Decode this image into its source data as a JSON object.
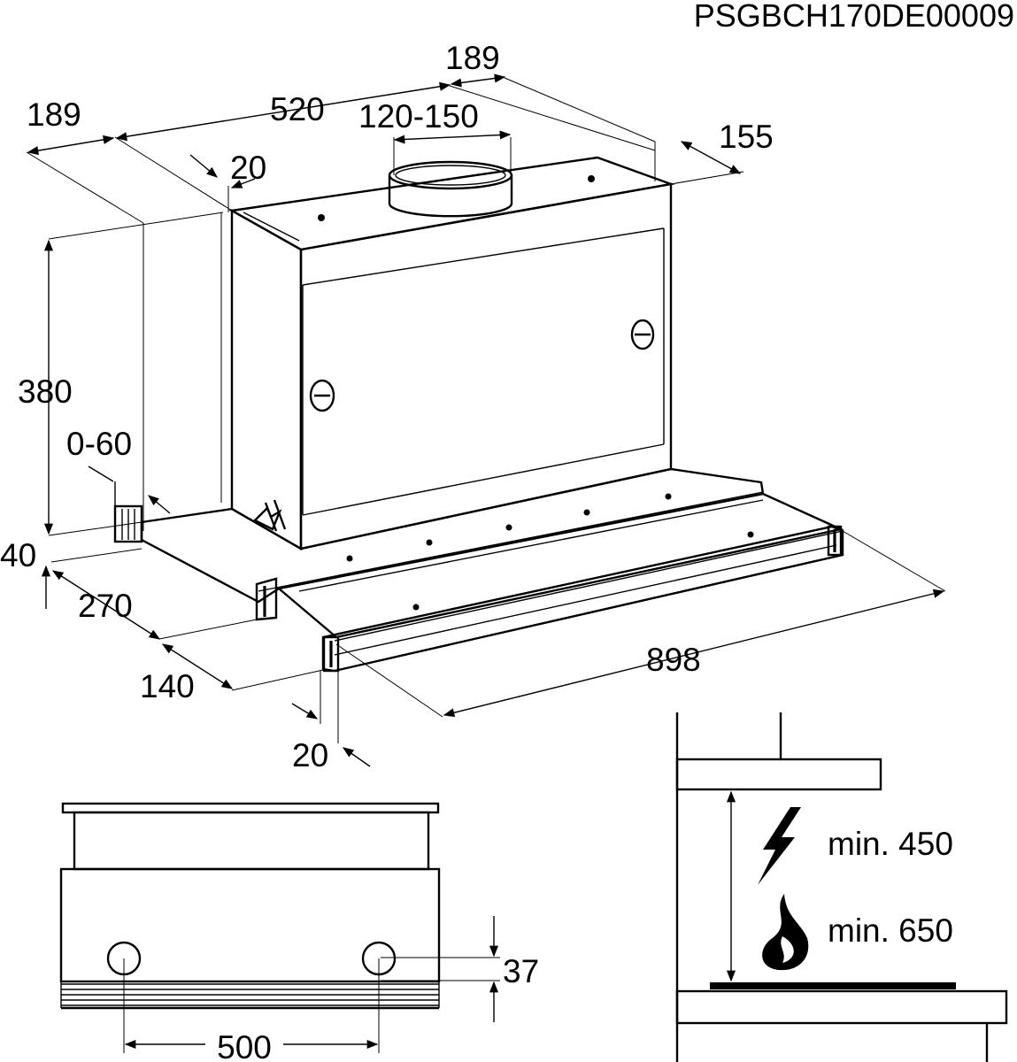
{
  "diagram": {
    "code": "PSGBCH170DE00009",
    "dims": {
      "top_depth_right": "189",
      "top_depth_left": "189",
      "width_top": "520",
      "duct_diameter": "120-150",
      "side_depth": "155",
      "offset_top": "20",
      "height": "380",
      "offset_wall": "0-60",
      "base_height": "40",
      "depth_270": "270",
      "depth_140": "140",
      "width_front": "898",
      "offset_bottom": "20",
      "hole_height": "37",
      "hole_spacing": "500"
    },
    "clearances": {
      "electric": "min. 450",
      "gas": "min. 650"
    }
  }
}
